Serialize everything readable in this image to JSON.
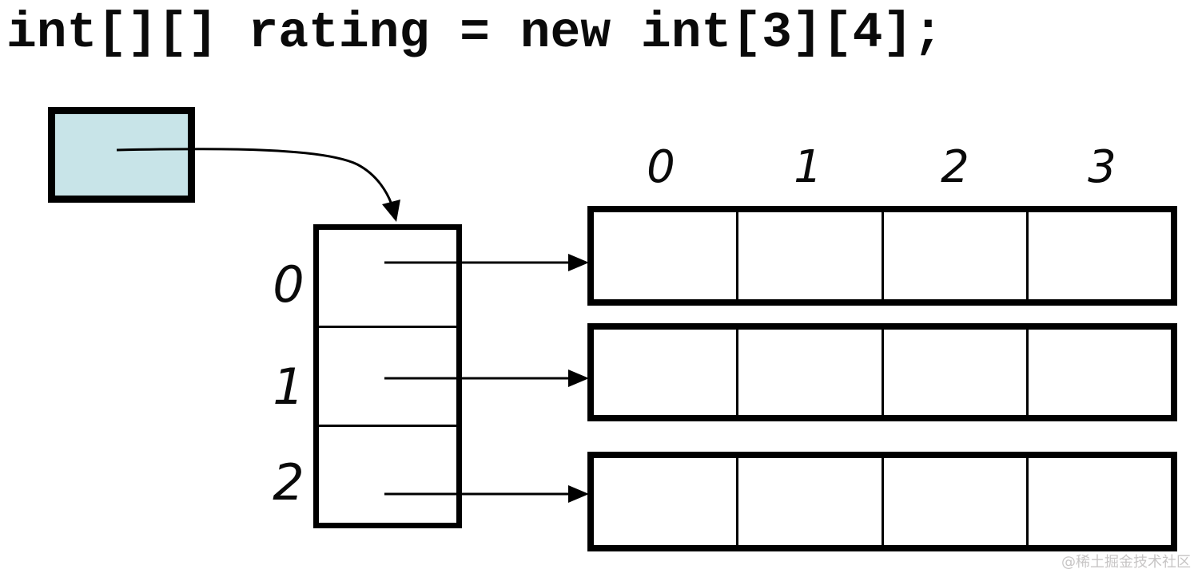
{
  "title": "int[][] rating = new int[3][4];",
  "reference_box": {
    "description": "reference variable cell pointing to outer array",
    "fill": "#c8e4e8",
    "border_color": "#000000"
  },
  "outer_array": {
    "row_count": 3,
    "index_labels": [
      "0",
      "1",
      "2"
    ]
  },
  "inner_arrays": {
    "column_count": 4,
    "column_headers": [
      "0",
      "1",
      "2",
      "3"
    ],
    "rows": [
      {
        "index": "0",
        "cells": [
          "",
          "",
          "",
          ""
        ]
      },
      {
        "index": "1",
        "cells": [
          "",
          "",
          "",
          ""
        ]
      },
      {
        "index": "2",
        "cells": [
          "",
          "",
          "",
          ""
        ]
      }
    ]
  },
  "watermark": "@稀土掘金技术社区",
  "colors": {
    "line": "#000000",
    "box_fill": "#c8e4e8",
    "watermark": "#c7c5c5",
    "background": "#ffffff"
  }
}
